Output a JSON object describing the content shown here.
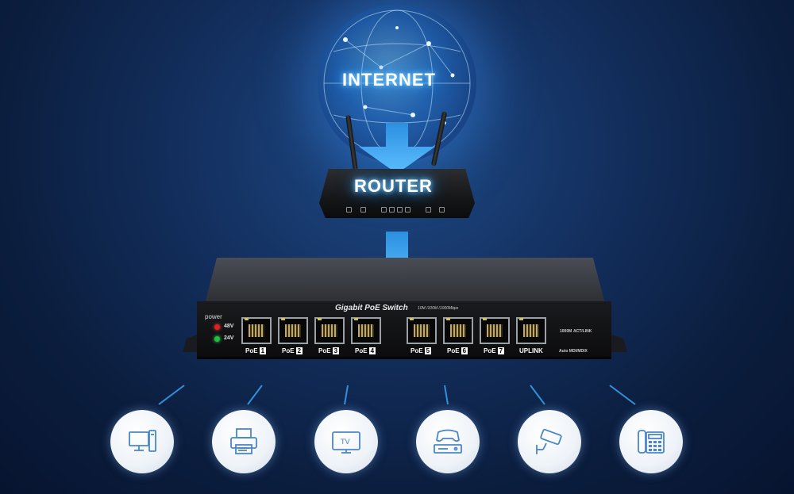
{
  "labels": {
    "internet": "INTERNET",
    "router": "ROUTER"
  },
  "switch": {
    "title": "Gigabit PoE Switch",
    "speed": "10M /100M /1000Mbps",
    "power_label": "power",
    "voltage_48": "48V",
    "voltage_24": "24V",
    "ports": [
      {
        "prefix": "PoE",
        "num": "1"
      },
      {
        "prefix": "PoE",
        "num": "2"
      },
      {
        "prefix": "PoE",
        "num": "3"
      },
      {
        "prefix": "PoE",
        "num": "4"
      },
      {
        "prefix": "PoE",
        "num": "5"
      },
      {
        "prefix": "PoE",
        "num": "6"
      },
      {
        "prefix": "PoE",
        "num": "7"
      }
    ],
    "uplink": "UPLINK",
    "uplink_speed": "1000M",
    "uplink_act": "ACT/LINK",
    "auto_mdi": "Auto MDI/MDIX"
  },
  "devices": [
    {
      "icon": "computer-icon"
    },
    {
      "icon": "printer-icon"
    },
    {
      "icon": "tv-icon"
    },
    {
      "icon": "game-console-icon"
    },
    {
      "icon": "cctv-camera-icon"
    },
    {
      "icon": "desk-phone-icon"
    }
  ],
  "colors": {
    "background": "#0b1d3d",
    "arrow": "#3aa3f0",
    "glow": "#7fd4ff",
    "led_red": "#e02020",
    "led_green": "#20c040"
  }
}
